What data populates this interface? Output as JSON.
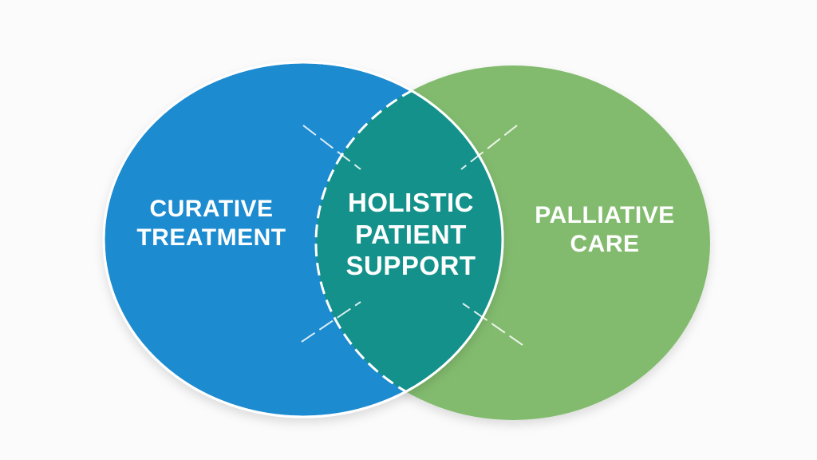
{
  "colors": {
    "left": "#1f8bd0",
    "right": "#82bb6e",
    "overlap": "#13918a",
    "outline": "#ffffff"
  },
  "left_set": {
    "lines": [
      "CURATIVE",
      "TREATMENT"
    ]
  },
  "overlap_set": {
    "lines": [
      "HOLISTIC",
      "PATIENT",
      "SUPPORT"
    ]
  },
  "right_set": {
    "lines": [
      "PALLIATIVE",
      "CARE"
    ]
  }
}
